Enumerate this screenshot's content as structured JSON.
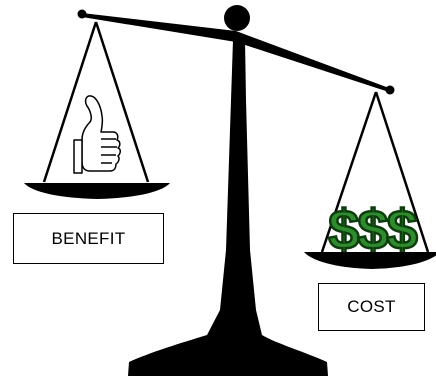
{
  "labels": {
    "benefit": "BENEFIT",
    "cost": "COST"
  },
  "cost_symbols": "$$$",
  "icons": {
    "benefit_pan": "thumbs-up-icon",
    "cost_pan": "dollar-signs-icon"
  },
  "colors": {
    "scale": "#000000",
    "dollar_fill": "#2e8b2e",
    "dollar_outline": "#0d3d0d",
    "background": "#ffffff"
  },
  "state": {
    "tilt": "right side lower (cost outweighs benefit)"
  }
}
